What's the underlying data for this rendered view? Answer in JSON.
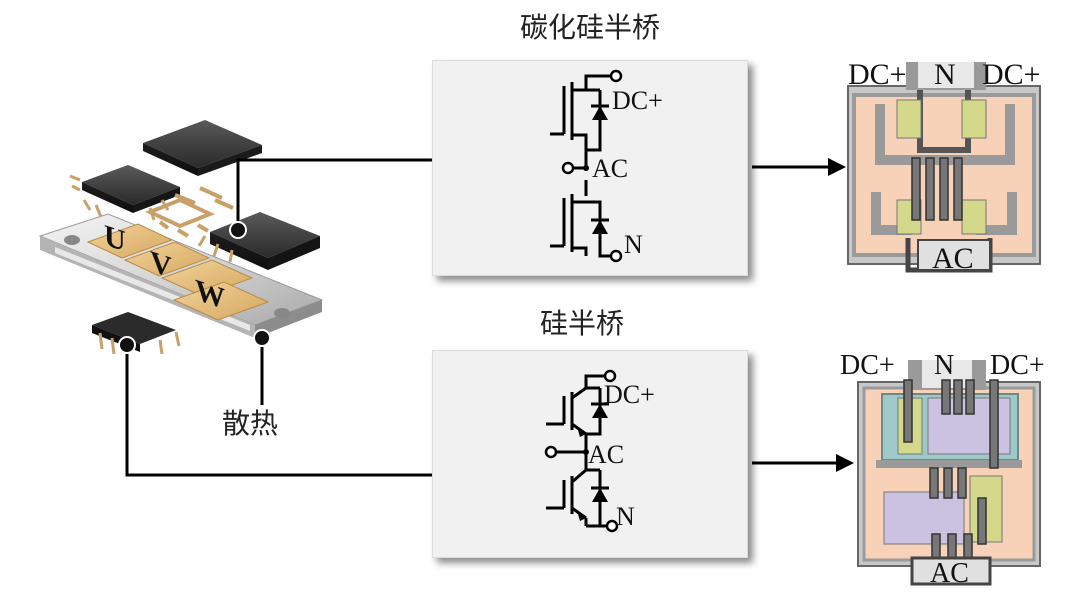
{
  "titles": {
    "sic_half_bridge": "碳化硅半桥",
    "si_half_bridge": "硅半桥"
  },
  "module": {
    "phase_labels": [
      "U",
      "V",
      "W"
    ],
    "heat_label": "散热"
  },
  "sic_circuit": {
    "top_label": "DC+",
    "mid_label": "AC",
    "bottom_label": "N"
  },
  "si_circuit": {
    "top_label": "DC+",
    "mid_label": "AC",
    "bottom_label": "N"
  },
  "sic_layout": {
    "top_left": "DC+",
    "top_mid": "N",
    "top_right": "DC+",
    "bottom": "AC"
  },
  "si_layout": {
    "top_left": "DC+",
    "top_mid": "N",
    "top_right": "DC+",
    "bottom": "AC"
  },
  "colors": {
    "panel_bg": "#f1f1f1",
    "substrate_orange": "#f7d2b8",
    "pad_green": "#d4d88a",
    "pad_purple": "#cbc1e0",
    "pad_teal": "#9fc9c9",
    "trace_gray": "#9a9a9a",
    "copper": "#c8a068",
    "chip_dark": "#2d2d2d"
  }
}
